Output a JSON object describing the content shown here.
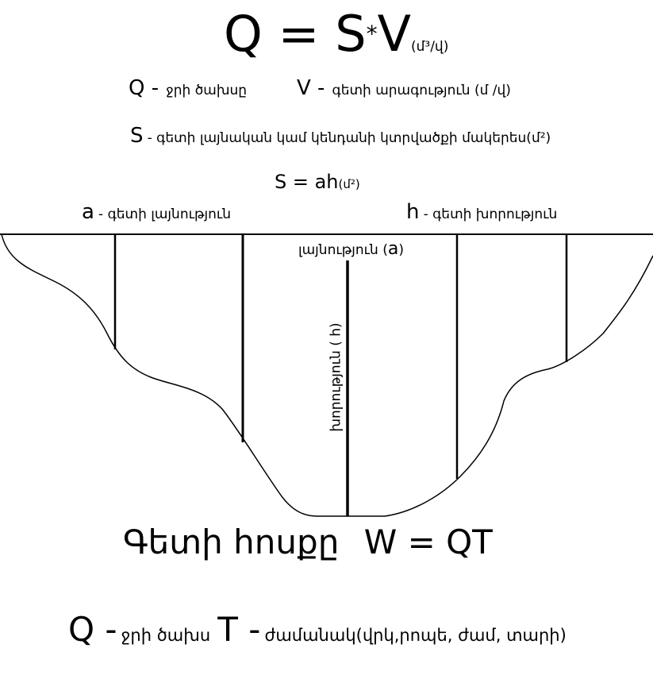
{
  "formula_main": {
    "lhs": "Q",
    "eq": "=",
    "s": "S",
    "op": "*",
    "v": "V",
    "unit": "(մ³/վ)"
  },
  "legend_row1": {
    "q_symbol": "Q -",
    "q_text": "ջրի ծախսը",
    "v_symbol": "V -",
    "v_text": "գետի արագություն  (մ /վ)"
  },
  "legend_row2": {
    "s_symbol": "S",
    "s_text": "- գետի լայնական կամ կենդանի կտրվածքի մակերես(մ²)"
  },
  "formula_area": {
    "text": "S = ah",
    "unit": "(մ²)"
  },
  "legend_row3": {
    "a_symbol": "a",
    "a_text": "- գետի լայնություն",
    "h_symbol": "h",
    "h_text": "- գետի խորություն"
  },
  "diagram": {
    "width_label": "լայնություն  (",
    "width_symbol": "a",
    "width_close": ")",
    "depth_label": "խորություն ( h)"
  },
  "volume": {
    "title": "Գետի հոսքը",
    "formula": "W = QT"
  },
  "footer": {
    "q_symbol": "Q -",
    "q_text": "ջրի ծախս",
    "t_symbol": "T -",
    "t_text": "ժամանակ(վրկ,րոպե, ժամ, տարի)"
  }
}
